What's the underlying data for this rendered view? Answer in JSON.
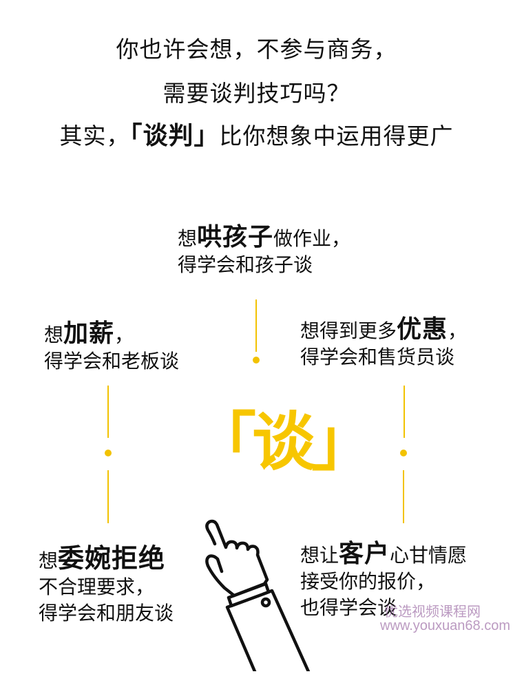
{
  "header": {
    "line1": "你也许会想，不参与商务，",
    "line2": "需要谈判技巧吗？",
    "line3_prefix": "其实，",
    "line3_emphasis": "「谈判」",
    "line3_suffix": "比你想象中运用得更广"
  },
  "center": {
    "label": "「谈」",
    "accent_color": "#F7C600"
  },
  "scenarios": {
    "top": {
      "prefix": "想",
      "emphasis": "哄孩子",
      "suffix": "做作业，",
      "line2": "得学会和孩子谈"
    },
    "left": {
      "prefix": "想",
      "emphasis": "加薪",
      "suffix": "，",
      "line2": "得学会和老板谈"
    },
    "right": {
      "prefix": "想得到更多",
      "emphasis": "优惠",
      "suffix": "，",
      "line2": "得学会和售货员谈"
    },
    "bottom_left": {
      "prefix": "想",
      "emphasis": "委婉拒绝",
      "line2": "不合理要求，",
      "line3": "得学会和朋友谈"
    },
    "bottom_right": {
      "prefix": "想让",
      "emphasis": "客户",
      "suffix": "心甘情愿",
      "line2": "接受你的报价，",
      "line3": "也得学会谈"
    }
  },
  "illustration": {
    "icon": "pointing-hand-icon"
  },
  "watermark": {
    "line1": "优选视频课程网",
    "line2": "www.youxuan68.com"
  }
}
